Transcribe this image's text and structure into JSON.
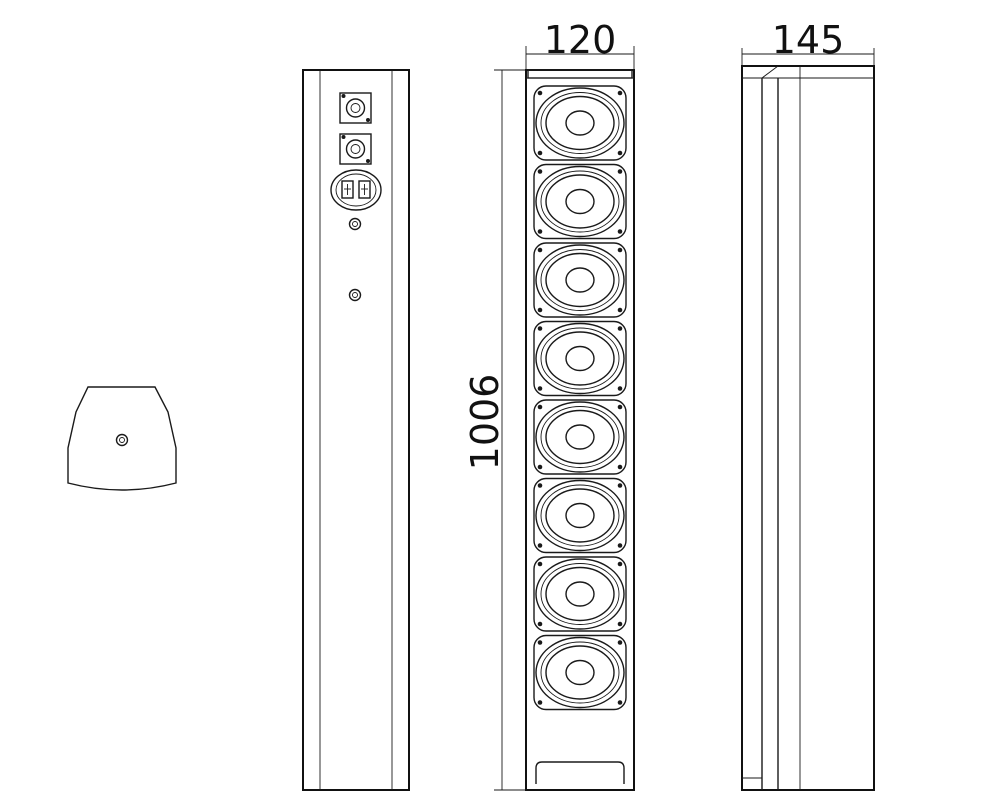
{
  "dimensions": {
    "front_width": "120",
    "side_depth": "145",
    "height": "1006"
  },
  "front_view": {
    "driver_count": 8
  },
  "icons": {
    "speakon_connector": "speakon-connector-icon",
    "binding_post": "binding-post-terminal-icon",
    "mount_screw": "mount-screw-icon"
  },
  "colors": {
    "line": "#1a1a1a",
    "background": "#ffffff"
  }
}
